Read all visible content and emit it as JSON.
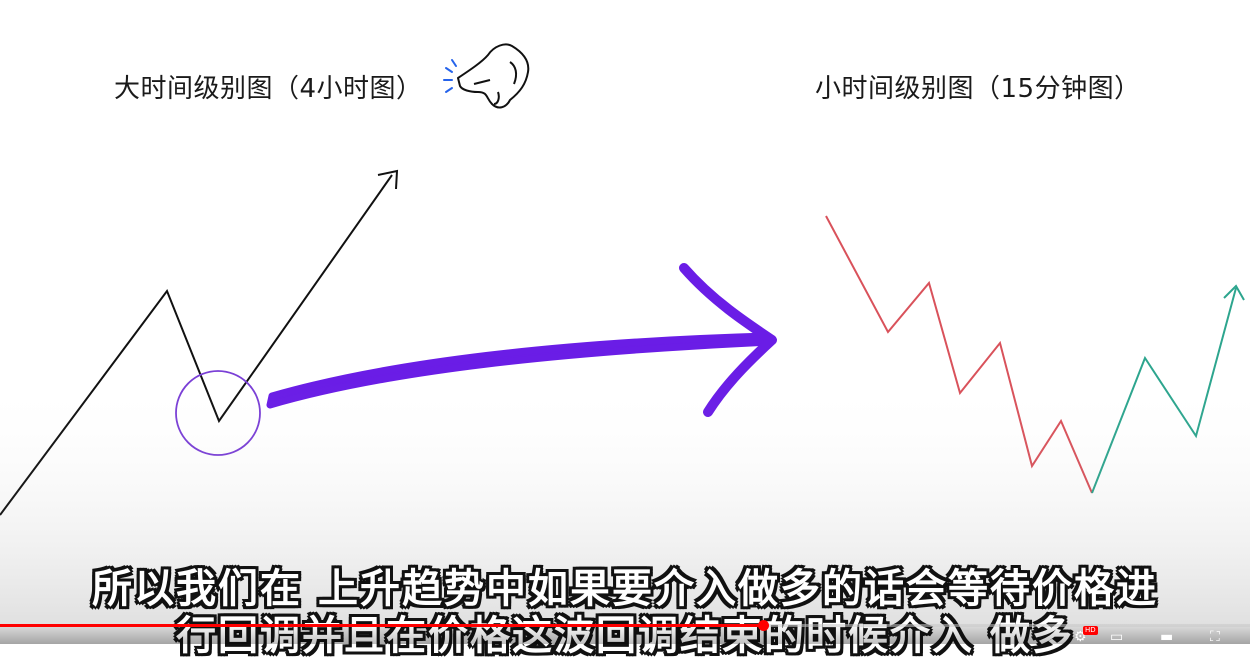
{
  "diagram": {
    "left_title": "大时间级别图（4小时图）",
    "right_title": "小时间级别图（15分钟图）",
    "colors": {
      "trend_line": "#111111",
      "circle": "#7a3fd6",
      "arrow": "#6a1de6",
      "down_wave": "#d9525b",
      "up_wave": "#2da58e"
    }
  },
  "subtitle": {
    "line1": "所以我们在   上升趋势中如果要介入做多的话会等待价格进",
    "line2": "行回调并且在价格这波回调结束的时候介入   做多"
  },
  "player": {
    "progress": 0.61,
    "hd_badge": "HD",
    "icons": [
      "settings-icon",
      "miniplayer-icon",
      "fullscreen-icon"
    ]
  }
}
